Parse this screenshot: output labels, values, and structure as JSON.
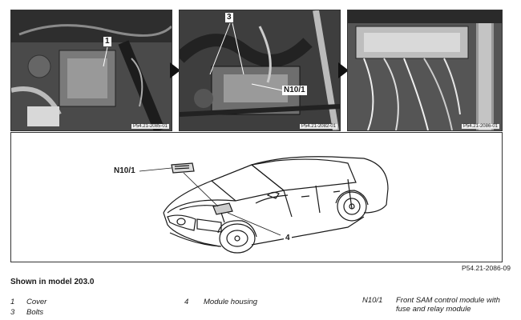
{
  "photos": [
    {
      "code": "P54.21-2085-01",
      "callouts": [
        "1"
      ]
    },
    {
      "code": "P54.21-2082-01",
      "callouts": [
        "3",
        "N10/1"
      ]
    },
    {
      "code": "P54.21-2086-01",
      "callouts": []
    }
  ],
  "drawing": {
    "callouts": [
      "N10/1",
      "4"
    ],
    "figure_code": "P54.21-2086-09"
  },
  "caption": "Shown in model 203.0",
  "legend": [
    {
      "num": "1",
      "text": "Cover"
    },
    {
      "num": "3",
      "text": "Bolts"
    },
    {
      "num": "4",
      "text": "Module housing"
    },
    {
      "num": "N10/1",
      "text": "Front SAM control module with fuse and relay module"
    }
  ]
}
